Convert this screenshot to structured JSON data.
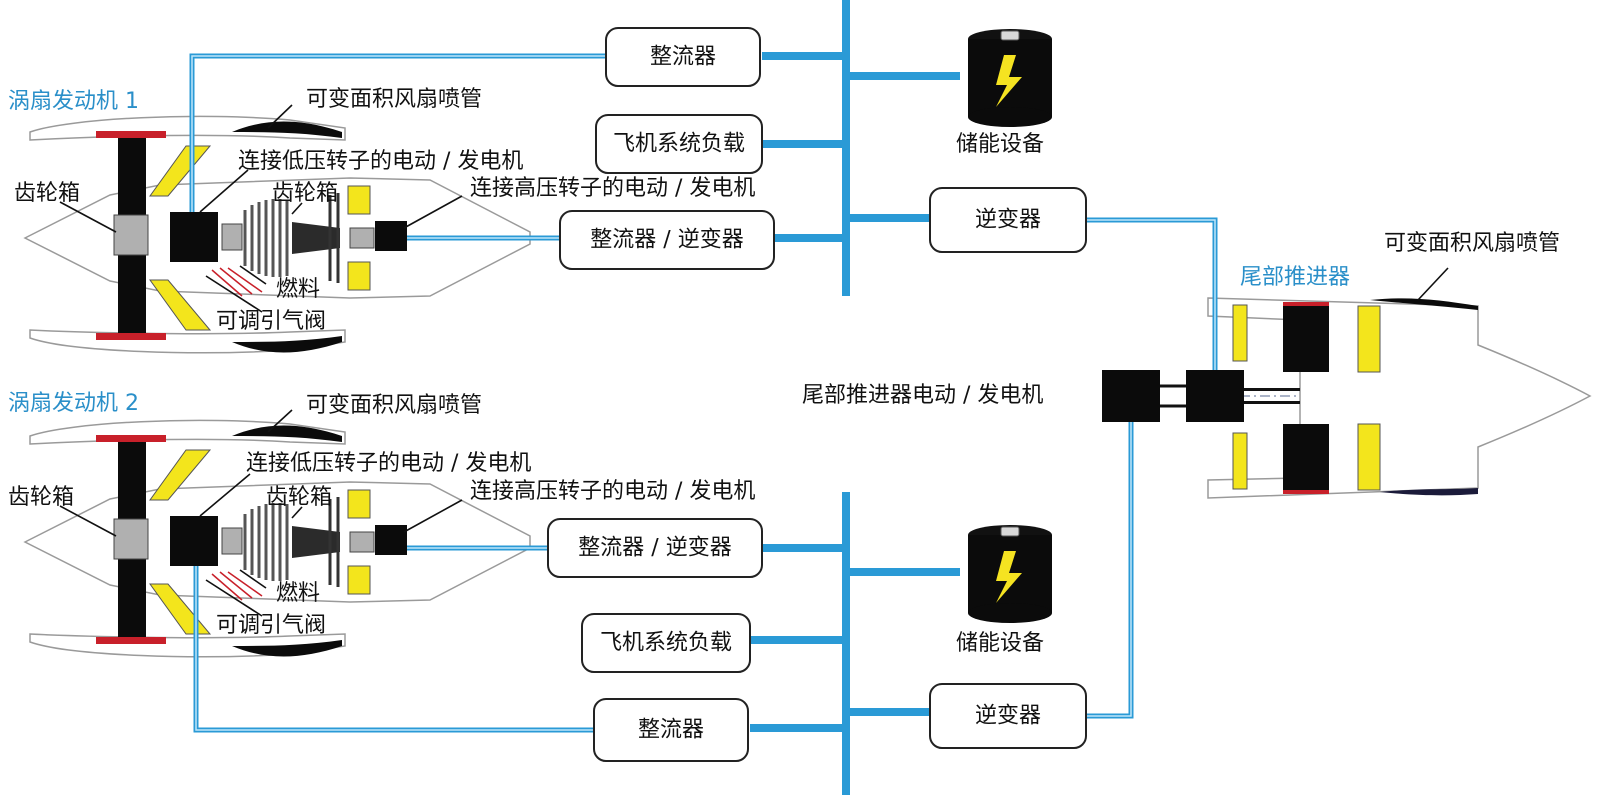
{
  "engine1": {
    "title": "涡扇发动机 1",
    "variable_nozzle": "可变面积风扇喷管",
    "lp_motor": "连接低压转子的电动 / 发电机",
    "gearbox_left": "齿轮箱",
    "gearbox_core": "齿轮箱",
    "hp_motor": "连接高压转子的电动 / 发电机",
    "fuel": "燃料",
    "bleed_valve": "可调引气阀"
  },
  "engine2": {
    "title": "涡扇发动机 2",
    "variable_nozzle": "可变面积风扇喷管",
    "lp_motor": "连接低压转子的电动 / 发电机",
    "gearbox_left": "齿轮箱",
    "gearbox_core": "齿轮箱",
    "hp_motor": "连接高压转子的电动 / 发电机",
    "fuel": "燃料",
    "bleed_valve": "可调引气阀"
  },
  "upper_bus": {
    "rectifier": "整流器",
    "aircraft_load": "飞机系统负载",
    "rectifier_inverter": "整流器 / 逆变器",
    "inverter": "逆变器",
    "storage": "储能设备"
  },
  "lower_bus": {
    "rectifier_inverter": "整流器 / 逆变器",
    "aircraft_load": "飞机系统负载",
    "rectifier": "整流器",
    "inverter": "逆变器",
    "storage": "储能设备"
  },
  "tail": {
    "title": "尾部推进器",
    "variable_nozzle": "可变面积风扇喷管",
    "motor": "尾部推进器电动 / 发电机"
  },
  "colors": {
    "bus": "#2a9ad6",
    "highlight": "#f3e51c",
    "fan_tip": "#c8202a",
    "title_blue": "#2a8fc9"
  }
}
